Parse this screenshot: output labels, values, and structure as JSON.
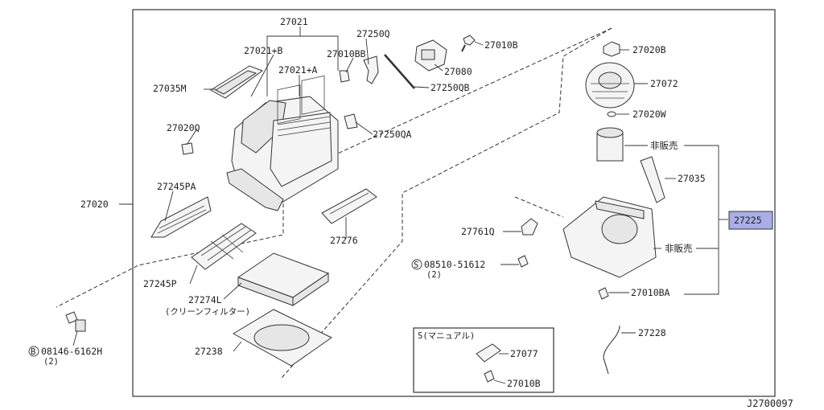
{
  "drawing_id": "J2700097",
  "highlight_color": "#a9aee6",
  "highlight_part": "27225",
  "parts": {
    "p27021": "27021",
    "p27021b": "27021+B",
    "p27021a": "27021+A",
    "p27010bb": "27010BB",
    "p27250q": "27250Q",
    "p27010b_top": "27010B",
    "p27080": "27080",
    "p27250qb": "27250QB",
    "p27035m": "27035M",
    "p27020q": "27020Q",
    "p27250qa": "27250QA",
    "p27020": "27020",
    "p27245pa": "27245PA",
    "p27276": "27276",
    "p27245p": "27245P",
    "p27274l": "27274L",
    "p27274l_note": "(クリーンフィルター)",
    "p27238": "27238",
    "p08146": "08146-6162H",
    "p08146_qty": "(2)",
    "p08146_prefix": "B",
    "p27020b": "27020B",
    "p27072": "27072",
    "p27020w": "27020W",
    "p_not_sold_1": "非販売",
    "p27035": "27035",
    "p27225": "27225",
    "p27761q": "27761Q",
    "p_not_sold_2": "非販売",
    "p08510": "08510-51612",
    "p08510_qty": "(2)",
    "p08510_prefix": "S",
    "p27010ba": "27010BA",
    "p27228": "27228",
    "manual_box_title": "S(マニュアル)",
    "p27077": "27077",
    "p27010b_box": "27010B"
  }
}
